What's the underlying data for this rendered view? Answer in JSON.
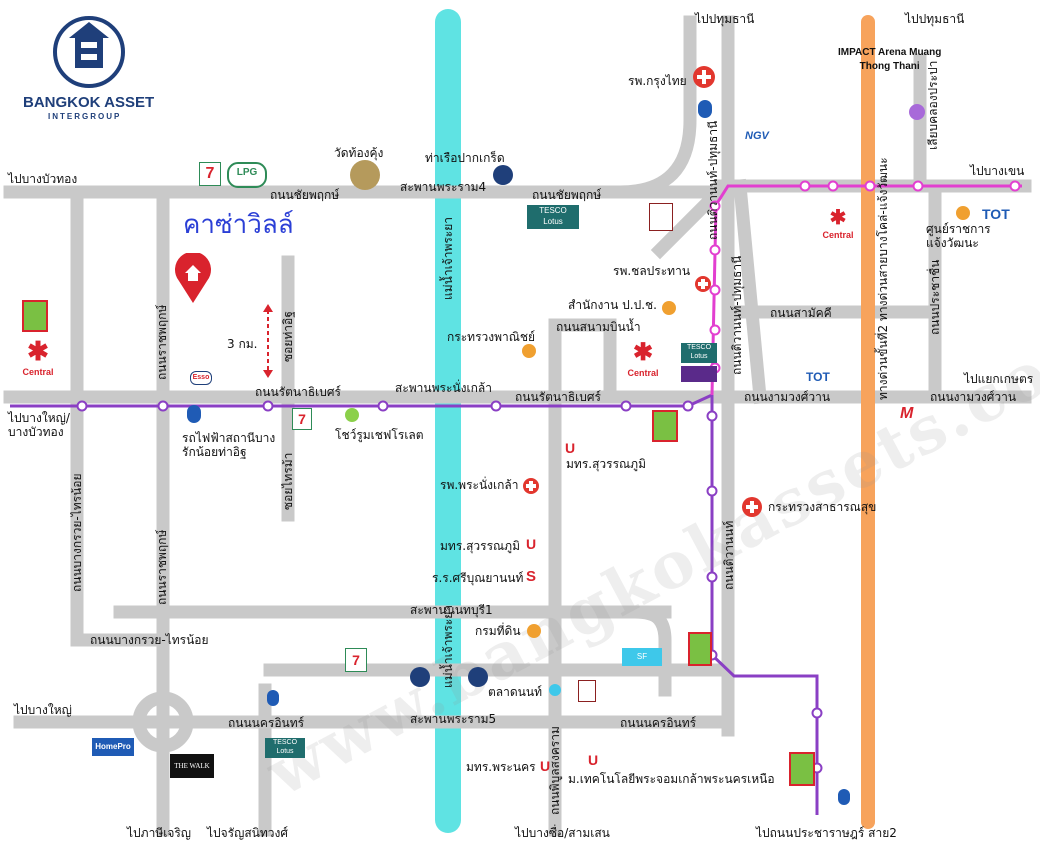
{
  "brand": {
    "name": "BANGKOK ASSET",
    "sub": "INTERGROUP"
  },
  "project": {
    "name": "คาซ่าวิลล์",
    "distance": "3 กม."
  },
  "watermark": "www.bangkokassets.com",
  "colors": {
    "river": "#5fe3e3",
    "road": "#c9c9c9",
    "purple_line": "#8a3fc4",
    "pink_line": "#e23fd0",
    "orange_line": "#f7a35c",
    "accent_red": "#d9232d",
    "brand_blue": "#1f3f7a"
  },
  "labels": {
    "to_pathum_thani_1": "ไปปทุมธานี",
    "to_pathum_thani_2": "ไปปทุมธานี",
    "impact": "IMPACT Arena Muang\nThong Thani",
    "to_bang_bua_thong": "ไปบางบัวทอง",
    "to_bang_khen": "ไปบางเขน",
    "chaiyaphruek_road_1": "ถนนชัยพฤกษ์",
    "chaiyaphruek_road_2": "ถนนชัยพฤกษ์",
    "rama4_bridge": "สะพานพระราม4",
    "wat_tong_khung": "วัดท้องคุ้ง",
    "pak_kret_pier": "ท่าเรือปากเกร็ด",
    "krungthai_hosp": "รพ.กรุงไทย",
    "chonprathan_hosp": "รพ.ชลประทาน",
    "nonthaburi_pathum_road": "ถนนติวานนท์-ปทุมธานี",
    "nonthaburi_pathum_road_2": "ถนนติวานนท์-ปทุมธานี",
    "chaeng_watthana_expy": "ทางด่วนขั้นที่2 ทางด่วนสายบางโคล่-แจ้งวัฒนะ",
    "gov_center": "ศูนย์ราชการ\nแจ้งวัฒนะ",
    "khlong_prapa": "เลียบคลองประปา",
    "prachachuen_road": "ถนนประชาชื่น",
    "samakkhi_road": "ถนนสามัคคี",
    "opdc_office": "สำนักงาน ป.ป.ช.",
    "commerce_ministry": "กระทรวงพาณิชย์",
    "sanam_bin_nam_road": "ถนนสนามบินน้ำ",
    "ratchapruek_road_1": "ถนนราชพฤกษ์",
    "ratchapruek_road_2": "ถนนราชพฤกษ์",
    "soi_tha_it": "ซอยท่าอิฐ",
    "rattanathibet_road_1": "ถนนรัตนาธิเบศร์",
    "rattanathibet_road_2": "ถนนรัตนาธิเบศร์",
    "phra_nang_klao_bridge": "สะพานพระนั่งเกล้า",
    "ngam_wong_wan_1": "ถนนงามวงศ์วาน",
    "ngam_wong_wan_2": "ถนนงามวงศ์วาน",
    "to_kaset": "ไปแยกเกษตร",
    "to_bang_yai": "ไปบางใหญ่/\nบางบัวทอง",
    "bts_station": "รถไฟฟ้าสถานีบาง\nรักน้อยท่าอิฐ",
    "show_dc": "โชว์รูมเชฟโรเลต",
    "soi_sai_ma": "ซอยไทรม้า",
    "stou_1": "มทร.สุวรรณภูมิ",
    "stou_2": "มทร.สุวรรณภูมิ",
    "phra_nang_klao_hosp": "รพ.พระนั่งเกล้า",
    "sriboonyanon_school": "ร.ร.ศรีบุณยานนท์",
    "public_health": "กระทรวงสาธารณสุข",
    "tiwanon_road": "ถนนติวานนท์",
    "bang_kruai_sai_noi_1": "ถนนบางกรวย-ไทรน้อย",
    "bang_kruai_sai_noi_2": "ถนนบางกรวย-ไทรน้อย",
    "nonthaburi1_bridge": "สะพานนนทบุรี1",
    "land_dept": "กรมที่ดิน",
    "river_label_1": "แม่น้ำเจ้าพระยา",
    "river_label_2": "แม่น้ำเจ้าพระยา",
    "nonthaburi_market": "ตลาดนนท์",
    "to_bang_yai_2": "ไปบางใหญ่",
    "nakhon_in_road_1": "ถนนนครอินทร์",
    "nakhon_in_road_2": "ถนนนครอินทร์",
    "rama5_bridge": "สะพานพระราม5",
    "pibulsongkram_road": "ถนนพิบูลสงคราม",
    "rmutp": "มทร.พระนคร",
    "kmutnb": "ม.เทคโนโลยีพระจอมเกล้าพระนครเหนือ",
    "to_bang_sue": "ไปบางซื่อ/สามเสน",
    "to_prachachuen_2": "ไปถนนประชาราษฎร์ สาย2",
    "to_phasi_charoen": "ไปภาษีเจริญ",
    "to_charan_sanitwong": "ไปจรัญสนิทวงศ์",
    "central_1": "Central",
    "central_2": "Central",
    "central_3": "Central",
    "tesco_1": "TESCO\nLotus",
    "tesco_2": "TESCO\nLotus",
    "tesco_3": "TESCO\nLotus",
    "homepro": "HomePro",
    "the_walk": "THE WALK",
    "tot_1": "TOT",
    "tot_2": "TOT",
    "lpg": "LPG",
    "esso": "Esso",
    "sf": "SF",
    "seven_eleven": "7"
  }
}
